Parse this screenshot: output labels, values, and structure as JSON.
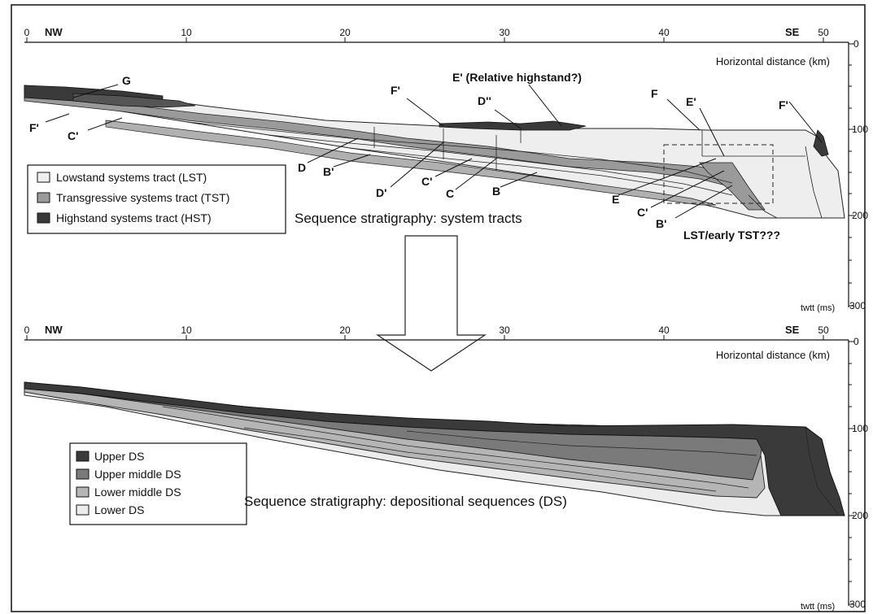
{
  "colors": {
    "lst": "#eeeeee",
    "tst": "#9a9a9a",
    "hst": "#3a3a3a",
    "upper_ds": "#3a3a3a",
    "upper_middle_ds": "#7a7a7a",
    "lower_middle_ds": "#b5b5b5",
    "lower_ds": "#ececec"
  },
  "top_panel": {
    "dir_left": "NW",
    "dir_right": "SE",
    "x_ticks": [
      "0",
      "10",
      "20",
      "30",
      "40",
      "50"
    ],
    "x_axis_title": "Horizontal distance (km)",
    "y_ticks": [
      "0",
      "100",
      "200",
      "300"
    ],
    "y_axis_title": "twtt (ms)",
    "title": "Sequence stratigraphy: system tracts",
    "legend": [
      {
        "label": "Lowstand systems tract (LST)",
        "swatch": "lst"
      },
      {
        "label": "Transgressive systems tract (TST)",
        "swatch": "tst"
      },
      {
        "label": "Highstand systems tract (HST)",
        "swatch": "hst"
      }
    ],
    "surface_labels": {
      "g": "G",
      "f_prime_left": "F'",
      "c_prime_left": "C'",
      "f_prime_mid": "F'",
      "e_prime_note": "E' (Relative highstand?)",
      "d_double_prime": "D''",
      "d": "D",
      "b_prime_mid": "B'",
      "d_prime": "D'",
      "c_prime_mid": "C'",
      "c": "C",
      "b": "B",
      "f": "F",
      "e_prime_right": "E'",
      "f_prime_right": "F'",
      "e": "E",
      "c_prime_right": "C'",
      "b_prime_right": "B'",
      "lst_note": "LST/early TST???"
    }
  },
  "bottom_panel": {
    "dir_left": "NW",
    "dir_right": "SE",
    "x_ticks": [
      "0",
      "10",
      "20",
      "30",
      "40",
      "50"
    ],
    "x_axis_title": "Horizontal distance (km)",
    "y_ticks": [
      "0",
      "100",
      "200",
      "300"
    ],
    "y_axis_title": "twtt (ms)",
    "title": "Sequence stratigraphy: depositional sequences (DS)",
    "legend": [
      {
        "label": "Upper DS",
        "swatch": "upper_ds"
      },
      {
        "label": "Upper middle DS",
        "swatch": "upper_middle_ds"
      },
      {
        "label": "Lower middle DS",
        "swatch": "lower_middle_ds"
      },
      {
        "label": "Lower DS",
        "swatch": "lower_ds"
      }
    ]
  }
}
